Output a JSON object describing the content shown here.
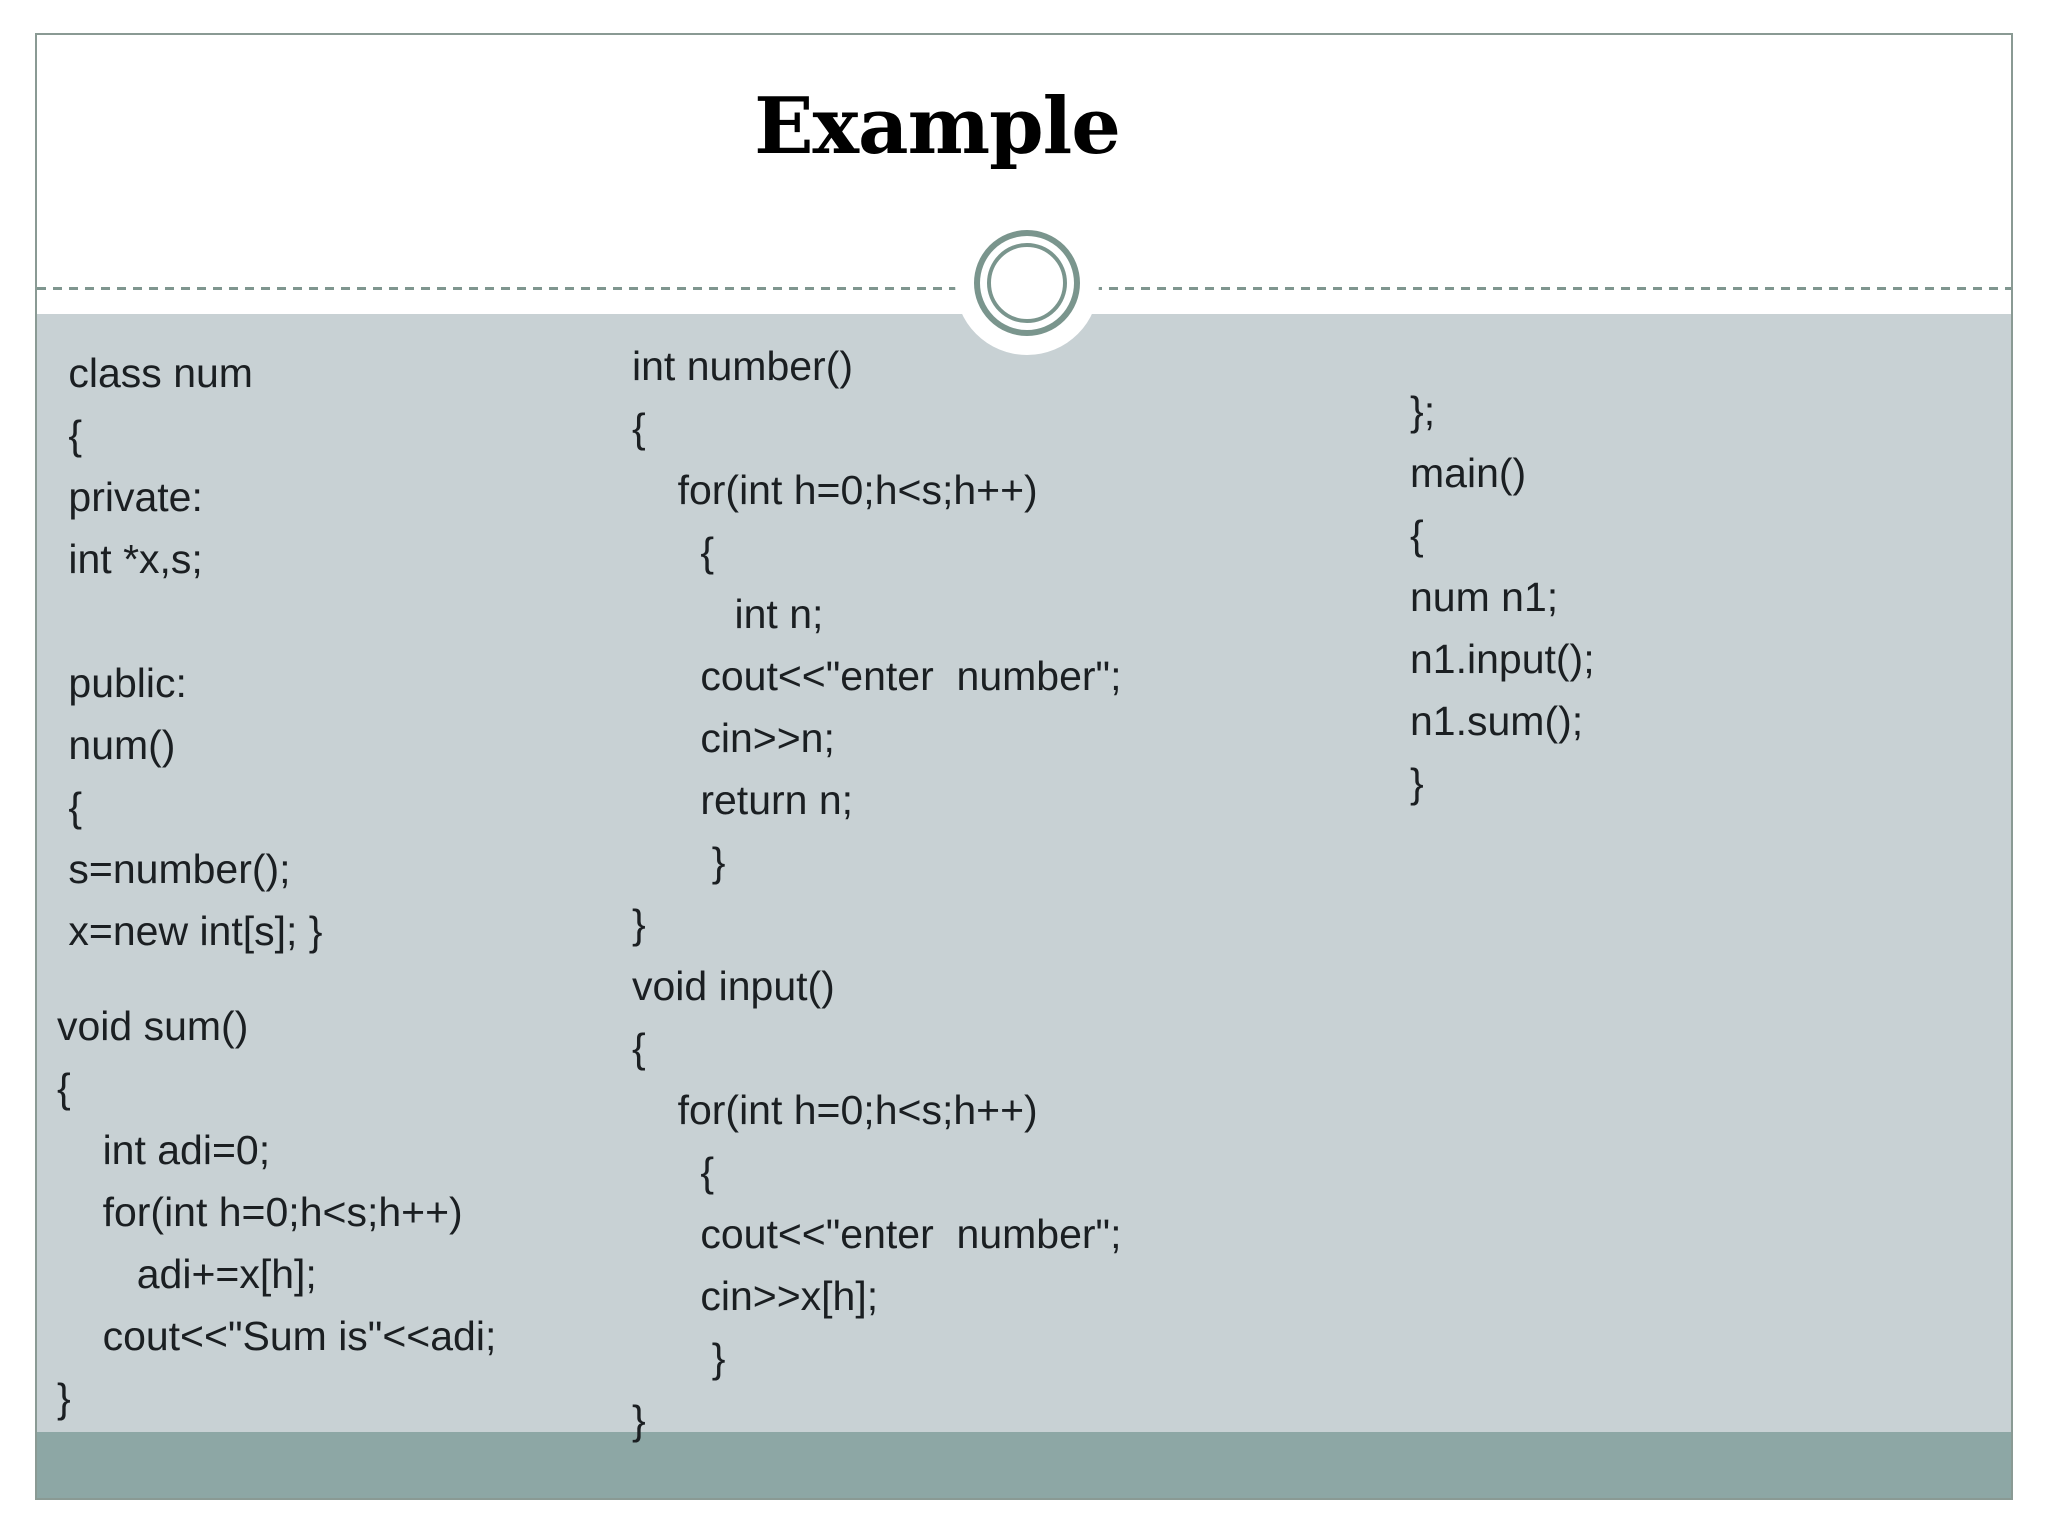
{
  "slide": {
    "title": "Example",
    "colors": {
      "content_bg": "#c8d1d4",
      "footer_bg": "#8da7a5",
      "ring_col": "#7a958d",
      "border_col": "#8a9a94",
      "dash_col": "#7f968f",
      "text_col": "#1b1f22",
      "title_col": "#000000"
    },
    "ornament": "double-ring-circle"
  },
  "code": {
    "col1a": [
      " class num",
      " {",
      " private:",
      " int *x,s;",
      "",
      " public:",
      " num()",
      " {",
      " s=number();",
      " x=new int[s]; }"
    ],
    "col1b": [
      "void sum()",
      "{",
      "    int adi=0;",
      "    for(int h=0;h<s;h++)",
      "       adi+=x[h];",
      "    cout<<\"Sum is\"<<adi;",
      "}"
    ],
    "col2": [
      "int number()",
      "{",
      "    for(int h=0;h<s;h++)",
      "      {",
      "         int n;",
      "      cout<<\"enter  number\";",
      "      cin>>n;",
      "      return n;",
      "       }",
      "}",
      "void input()",
      "{",
      "    for(int h=0;h<s;h++)",
      "      {",
      "      cout<<\"enter  number\";",
      "      cin>>x[h];",
      "       }",
      "}"
    ],
    "col3": [
      "};",
      "main()",
      "{",
      "num n1;",
      "n1.input();",
      "n1.sum();",
      "}"
    ]
  }
}
